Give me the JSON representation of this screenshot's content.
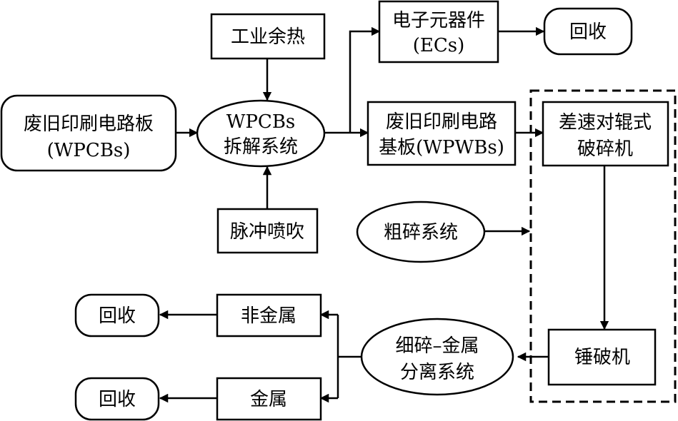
{
  "nodes": {
    "wpcbs": [
      "废旧印刷电路板",
      "(WPCBs)"
    ],
    "disassembly": [
      "WPCBs",
      "拆解系统"
    ],
    "waste_heat": [
      "工业余热"
    ],
    "pulse_jet": [
      "脉冲喷吹"
    ],
    "ecs": [
      "电子元器件",
      "(ECs)"
    ],
    "recycle_ecs": [
      "回收"
    ],
    "wpwbs": [
      "废旧印刷电路",
      "基板(WPWBs)"
    ],
    "roller_crusher": [
      "差速对辊式",
      "破碎机"
    ],
    "coarse_system": [
      "粗碎系统"
    ],
    "hammer_crusher": [
      "锤破机"
    ],
    "fine_separation": [
      "细碎–金属",
      "分离系统"
    ],
    "nonmetal": [
      "非金属"
    ],
    "metal": [
      "金属"
    ],
    "recycle_nonmetal": [
      "回收"
    ],
    "recycle_metal": [
      "回收"
    ]
  }
}
